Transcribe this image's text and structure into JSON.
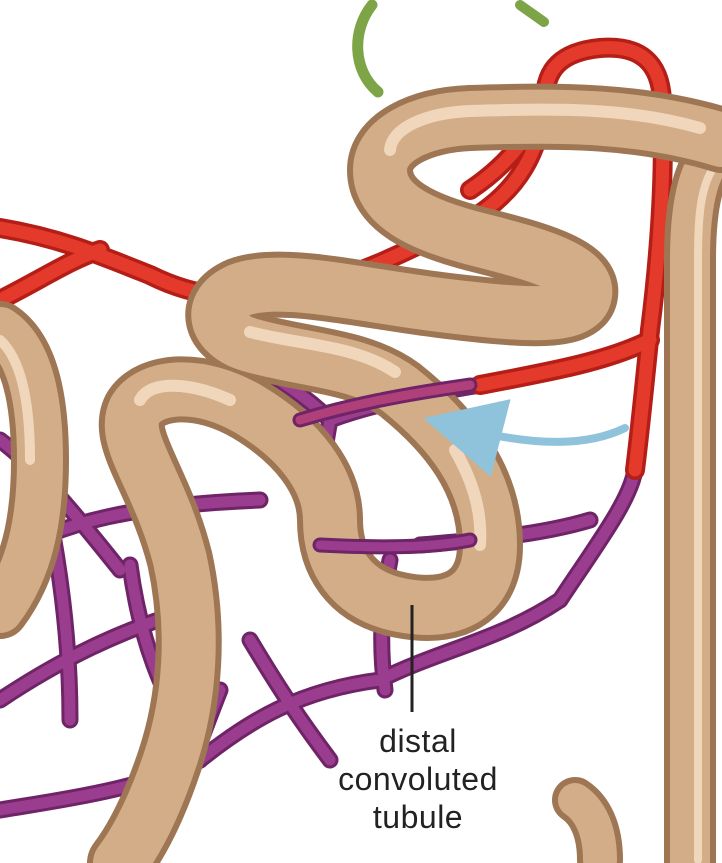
{
  "label": {
    "line1": "distal",
    "line2": "convoluted",
    "line3": "tubule"
  },
  "colors": {
    "artery": "#e43a2c",
    "artery_dark": "#b51e16",
    "vein": "#9a3d8e",
    "vein_dark": "#6e2466",
    "vessel_mid": "#c2356a",
    "tubule": "#d3ad88",
    "tubule_dark": "#9e7654",
    "tubule_light": "#f0d7bc",
    "green_arc": "#7da447",
    "arrow": "#8fc3dc",
    "leader": "#222222"
  }
}
